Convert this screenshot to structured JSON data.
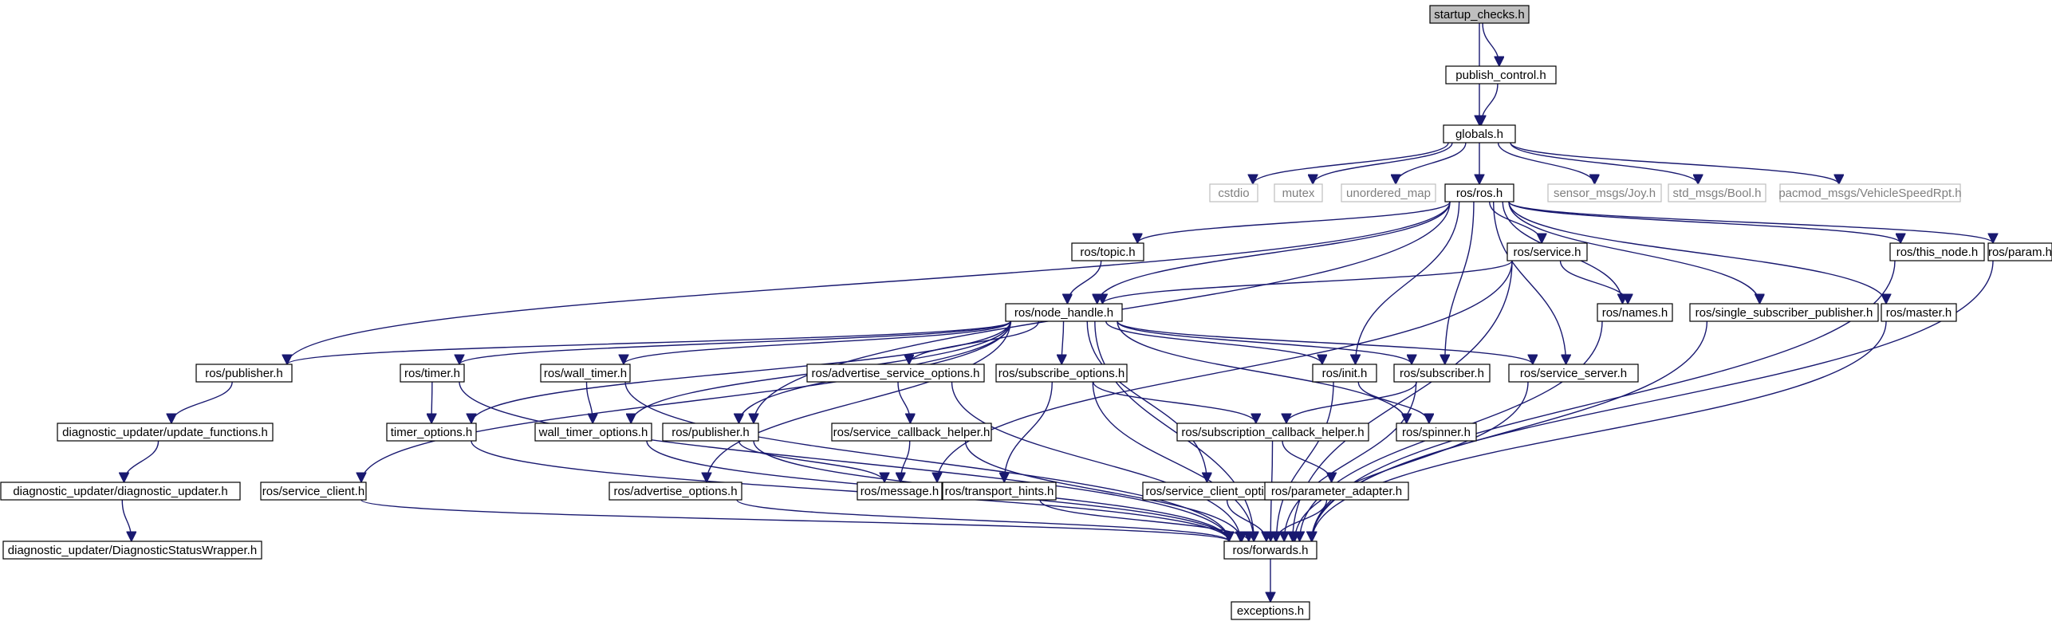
{
  "colors": {
    "edge": "#191970",
    "root_fill": "#bfbfbf",
    "external_text": "#7f7f7f",
    "external_border": "#bfbfbf"
  },
  "nodes": [
    {
      "id": "startup_checks",
      "label": "startup_checks.h",
      "kind": "root"
    },
    {
      "id": "publish_control",
      "label": "publish_control.h",
      "kind": "local"
    },
    {
      "id": "globals",
      "label": "globals.h",
      "kind": "local"
    },
    {
      "id": "cstdio",
      "label": "cstdio",
      "kind": "external"
    },
    {
      "id": "mutex",
      "label": "mutex",
      "kind": "external"
    },
    {
      "id": "unordered_map",
      "label": "unordered_map",
      "kind": "external"
    },
    {
      "id": "ros_ros",
      "label": "ros/ros.h",
      "kind": "local"
    },
    {
      "id": "sensor_msgs_joy",
      "label": "sensor_msgs/Joy.h",
      "kind": "external"
    },
    {
      "id": "std_msgs_bool",
      "label": "std_msgs/Bool.h",
      "kind": "external"
    },
    {
      "id": "pacmod_speed",
      "label": "pacmod_msgs/VehicleSpeedRpt.h",
      "kind": "external"
    },
    {
      "id": "ros_topic",
      "label": "ros/topic.h",
      "kind": "local"
    },
    {
      "id": "ros_service",
      "label": "ros/service.h",
      "kind": "local"
    },
    {
      "id": "ros_this_node",
      "label": "ros/this_node.h",
      "kind": "local"
    },
    {
      "id": "ros_param",
      "label": "ros/param.h",
      "kind": "local"
    },
    {
      "id": "ros_node_handle",
      "label": "ros/node_handle.h",
      "kind": "local"
    },
    {
      "id": "ros_names",
      "label": "ros/names.h",
      "kind": "local"
    },
    {
      "id": "ros_single_sub_pub",
      "label": "ros/single_subscriber_publisher.h",
      "kind": "local"
    },
    {
      "id": "ros_master",
      "label": "ros/master.h",
      "kind": "local"
    },
    {
      "id": "ros_publisher_left",
      "label": "ros/publisher.h",
      "kind": "local"
    },
    {
      "id": "ros_timer",
      "label": "ros/timer.h",
      "kind": "local"
    },
    {
      "id": "ros_wall_timer",
      "label": "ros/wall_timer.h",
      "kind": "local"
    },
    {
      "id": "ros_adv_srv_opts",
      "label": "ros/advertise_service_options.h",
      "kind": "local"
    },
    {
      "id": "ros_sub_opts",
      "label": "ros/subscribe_options.h",
      "kind": "local"
    },
    {
      "id": "ros_init",
      "label": "ros/init.h",
      "kind": "local"
    },
    {
      "id": "ros_subscriber",
      "label": "ros/subscriber.h",
      "kind": "local"
    },
    {
      "id": "ros_service_server",
      "label": "ros/service_server.h",
      "kind": "local"
    },
    {
      "id": "diag_update_functions",
      "label": "diagnostic_updater/update_functions.h",
      "kind": "local"
    },
    {
      "id": "timer_options",
      "label": "timer_options.h",
      "kind": "local"
    },
    {
      "id": "wall_timer_options",
      "label": "wall_timer_options.h",
      "kind": "local"
    },
    {
      "id": "ros_publisher_mid",
      "label": "ros/publisher.h",
      "kind": "local"
    },
    {
      "id": "ros_srv_cb_helper",
      "label": "ros/service_callback_helper.h",
      "kind": "local"
    },
    {
      "id": "ros_sub_cb_helper",
      "label": "ros/subscription_callback_helper.h",
      "kind": "local"
    },
    {
      "id": "ros_spinner",
      "label": "ros/spinner.h",
      "kind": "local"
    },
    {
      "id": "diag_updater",
      "label": "diagnostic_updater/diagnostic_updater.h",
      "kind": "local"
    },
    {
      "id": "ros_service_client",
      "label": "ros/service_client.h",
      "kind": "local"
    },
    {
      "id": "ros_adv_opts",
      "label": "ros/advertise_options.h",
      "kind": "local"
    },
    {
      "id": "ros_message",
      "label": "ros/message.h",
      "kind": "local"
    },
    {
      "id": "ros_transport_hints",
      "label": "ros/transport_hints.h",
      "kind": "local"
    },
    {
      "id": "ros_srv_client_opts",
      "label": "ros/service_client_options.h",
      "kind": "local"
    },
    {
      "id": "ros_param_adapter",
      "label": "ros/parameter_adapter.h",
      "kind": "local"
    },
    {
      "id": "diag_status_wrapper",
      "label": "diagnostic_updater/DiagnosticStatusWrapper.h",
      "kind": "local"
    },
    {
      "id": "ros_forwards",
      "label": "ros/forwards.h",
      "kind": "local"
    },
    {
      "id": "exceptions",
      "label": "exceptions.h",
      "kind": "local"
    }
  ],
  "edges": [
    [
      "startup_checks",
      "publish_control"
    ],
    [
      "startup_checks",
      "globals"
    ],
    [
      "publish_control",
      "globals"
    ],
    [
      "globals",
      "cstdio"
    ],
    [
      "globals",
      "mutex"
    ],
    [
      "globals",
      "unordered_map"
    ],
    [
      "globals",
      "ros_ros"
    ],
    [
      "globals",
      "sensor_msgs_joy"
    ],
    [
      "globals",
      "std_msgs_bool"
    ],
    [
      "globals",
      "pacmod_speed"
    ],
    [
      "ros_ros",
      "ros_topic"
    ],
    [
      "ros_ros",
      "ros_service"
    ],
    [
      "ros_ros",
      "ros_this_node"
    ],
    [
      "ros_ros",
      "ros_param"
    ],
    [
      "ros_ros",
      "ros_node_handle"
    ],
    [
      "ros_ros",
      "ros_names"
    ],
    [
      "ros_ros",
      "ros_single_sub_pub"
    ],
    [
      "ros_ros",
      "ros_master"
    ],
    [
      "ros_ros",
      "ros_publisher_left"
    ],
    [
      "ros_ros",
      "ros_publisher_mid"
    ],
    [
      "ros_ros",
      "ros_init"
    ],
    [
      "ros_ros",
      "ros_subscriber"
    ],
    [
      "ros_ros",
      "ros_service_server"
    ],
    [
      "ros_topic",
      "ros_node_handle"
    ],
    [
      "ros_service",
      "ros_node_handle"
    ],
    [
      "ros_service",
      "ros_names"
    ],
    [
      "ros_service",
      "ros_message"
    ],
    [
      "ros_service",
      "ros_forwards"
    ],
    [
      "ros_this_node",
      "ros_forwards"
    ],
    [
      "ros_param",
      "ros_forwards"
    ],
    [
      "ros_names",
      "ros_forwards"
    ],
    [
      "ros_single_sub_pub",
      "ros_forwards"
    ],
    [
      "ros_master",
      "ros_forwards"
    ],
    [
      "ros_node_handle",
      "ros_publisher_left"
    ],
    [
      "ros_node_handle",
      "ros_timer"
    ],
    [
      "ros_node_handle",
      "ros_wall_timer"
    ],
    [
      "ros_node_handle",
      "ros_adv_srv_opts"
    ],
    [
      "ros_node_handle",
      "ros_sub_opts"
    ],
    [
      "ros_node_handle",
      "ros_init"
    ],
    [
      "ros_node_handle",
      "ros_subscriber"
    ],
    [
      "ros_node_handle",
      "ros_service_server"
    ],
    [
      "ros_node_handle",
      "timer_options"
    ],
    [
      "ros_node_handle",
      "wall_timer_options"
    ],
    [
      "ros_node_handle",
      "ros_publisher_mid"
    ],
    [
      "ros_node_handle",
      "ros_spinner"
    ],
    [
      "ros_node_handle",
      "ros_service_client"
    ],
    [
      "ros_node_handle",
      "ros_adv_opts"
    ],
    [
      "ros_node_handle",
      "ros_srv_client_opts"
    ],
    [
      "ros_node_handle",
      "ros_forwards"
    ],
    [
      "ros_publisher_left",
      "diag_update_functions"
    ],
    [
      "diag_update_functions",
      "diag_updater"
    ],
    [
      "diag_updater",
      "diag_status_wrapper"
    ],
    [
      "ros_timer",
      "timer_options"
    ],
    [
      "ros_timer",
      "ros_forwards"
    ],
    [
      "ros_wall_timer",
      "wall_timer_options"
    ],
    [
      "ros_wall_timer",
      "ros_forwards"
    ],
    [
      "timer_options",
      "ros_forwards"
    ],
    [
      "wall_timer_options",
      "ros_forwards"
    ],
    [
      "ros_publisher_mid",
      "ros_message"
    ],
    [
      "ros_publisher_mid",
      "ros_forwards"
    ],
    [
      "ros_adv_srv_opts",
      "ros_srv_cb_helper"
    ],
    [
      "ros_adv_srv_opts",
      "ros_forwards"
    ],
    [
      "ros_srv_cb_helper",
      "ros_message"
    ],
    [
      "ros_srv_cb_helper",
      "ros_forwards"
    ],
    [
      "ros_sub_opts",
      "ros_transport_hints"
    ],
    [
      "ros_sub_opts",
      "ros_sub_cb_helper"
    ],
    [
      "ros_sub_opts",
      "ros_forwards"
    ],
    [
      "ros_init",
      "ros_spinner"
    ],
    [
      "ros_init",
      "ros_forwards"
    ],
    [
      "ros_subscriber",
      "ros_sub_cb_helper"
    ],
    [
      "ros_subscriber",
      "ros_forwards"
    ],
    [
      "ros_service_server",
      "ros_forwards"
    ],
    [
      "ros_sub_cb_helper",
      "ros_param_adapter"
    ],
    [
      "ros_sub_cb_helper",
      "ros_forwards"
    ],
    [
      "ros_param_adapter",
      "ros_forwards"
    ],
    [
      "ros_service_client",
      "ros_forwards"
    ],
    [
      "ros_adv_opts",
      "ros_forwards"
    ],
    [
      "ros_transport_hints",
      "ros_forwards"
    ],
    [
      "ros_srv_client_opts",
      "ros_forwards"
    ],
    [
      "ros_forwards",
      "exceptions"
    ]
  ]
}
